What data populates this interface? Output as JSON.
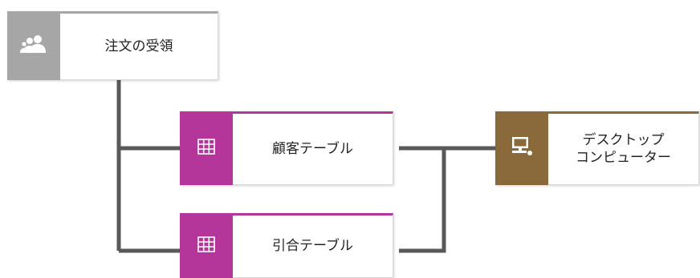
{
  "colors": {
    "connector": "#595959",
    "people_accent": "#a6a6a6",
    "table_accent": "#b5369a",
    "computer_accent": "#8a6a3a"
  },
  "nodes": {
    "order": {
      "label": "注文の受領",
      "icon": "people-icon"
    },
    "customer_table": {
      "label": "顧客テーブル",
      "icon": "table-grid-icon"
    },
    "quote_table": {
      "label": "引合テーブル",
      "icon": "table-grid-icon"
    },
    "desktop": {
      "label": "デスクトップ\nコンピューター",
      "icon": "desktop-computer-icon"
    }
  }
}
